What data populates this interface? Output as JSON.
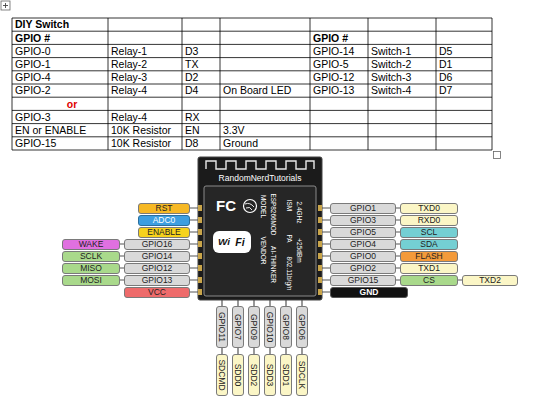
{
  "diagram": {
    "labels": [
      "DIY Switch",
      "GPIO #",
      "GPIO #",
      "GPIO-0",
      "Relay-1",
      "D3",
      "GPIO-14",
      "Switch-1",
      "D5",
      "GPIO-1",
      "Relay-2",
      "TX",
      "GPIO-5",
      "Switch-2",
      "D1",
      "GPIO-4",
      "Relay-3",
      "D2",
      "GPIO-12",
      "Switch-3",
      "D6",
      "GPIO-2",
      "Relay-4",
      "D4",
      "On Board LED",
      "GPIO-13",
      "Switch-4",
      "D7",
      "or",
      "GPIO-3",
      "Relay-4",
      "RX",
      "EN or ENABLE",
      "10K Resistor",
      "EN",
      "3.3V",
      "GPIO-15",
      "10K Resistor",
      "D8",
      "Ground",
      "RandomNerdTutorials",
      "FC",
      "MODEL",
      "ESP8266MOD",
      "VENDOR",
      "AI-THINKER",
      "ISM",
      "2.4GHz",
      "PA",
      "+25dBm",
      "802.11b/g/n",
      "Wi",
      "Fi",
      "RST",
      "ADC0",
      "ENABLE",
      "WAKE",
      "GPIO16",
      "SCLK",
      "GPIO14",
      "MISO",
      "GPIO12",
      "MOSI",
      "GPIO13",
      "VCC",
      "GPIO1",
      "TXD0",
      "GPIO3",
      "RXD0",
      "GPIO5",
      "SCL",
      "GPIO4",
      "SDA",
      "GPIO0",
      "FLASH",
      "GPIO2",
      "TXD1",
      "GPIO15",
      "CS",
      "TXD2",
      "GND",
      "GPIO11",
      "GPIO7",
      "GPIO9",
      "GPIO10",
      "GPIO8",
      "GPIO6",
      "SDCMD",
      "SDD0",
      "SDD2",
      "SDD3",
      "SDD1",
      "SDCLK"
    ]
  }
}
